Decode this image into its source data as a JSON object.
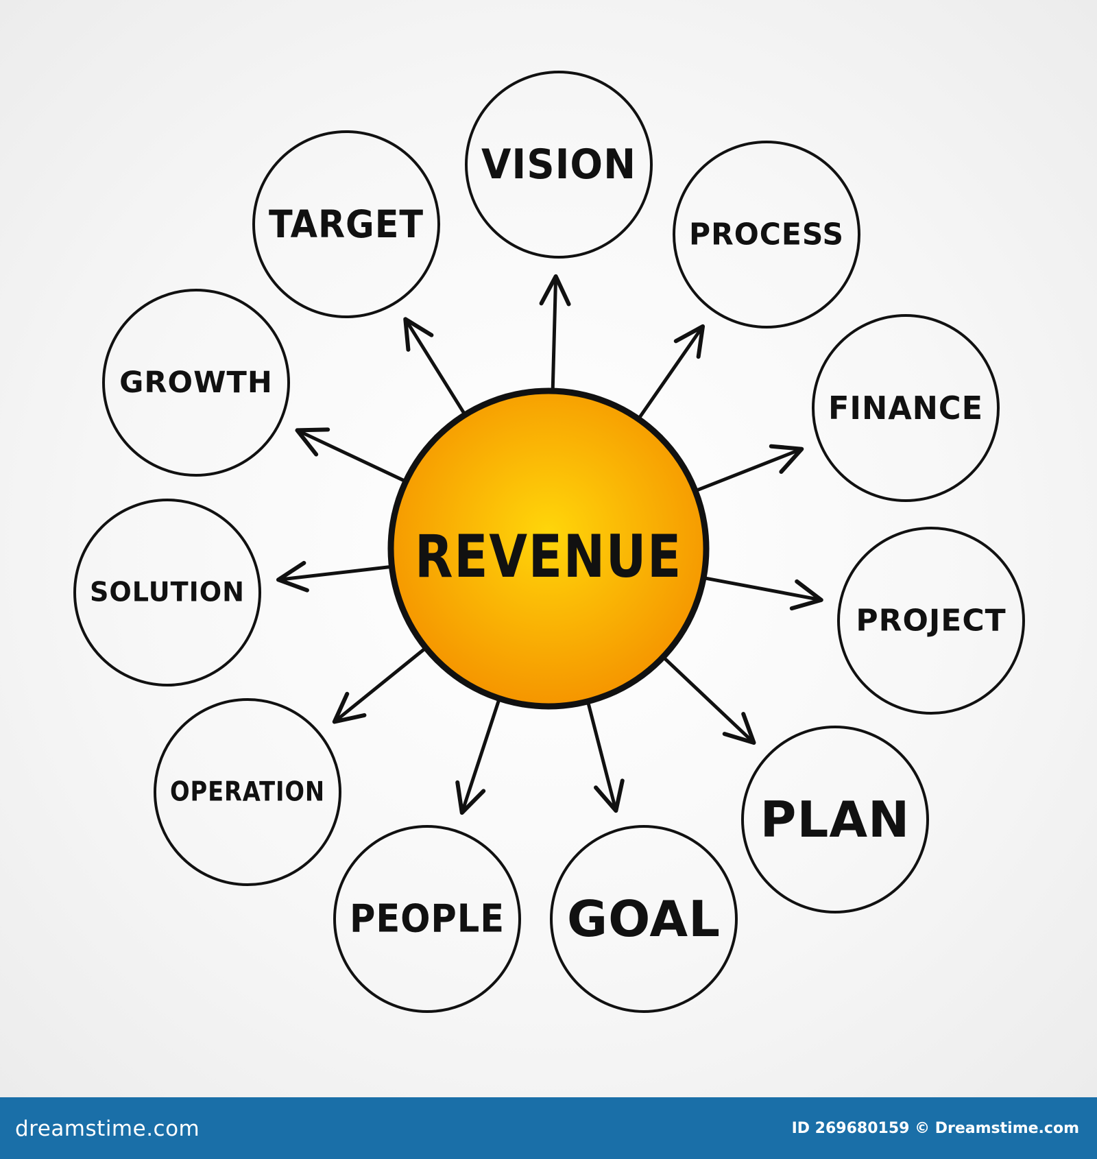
{
  "center": {
    "label": "REVENUE",
    "gradient_inner": "#ffd60a",
    "gradient_outer": "#f59500"
  },
  "nodes": [
    {
      "id": "vision",
      "label": "VISION"
    },
    {
      "id": "process",
      "label": "PROCESS"
    },
    {
      "id": "finance",
      "label": "FINANCE"
    },
    {
      "id": "project",
      "label": "PROJECT"
    },
    {
      "id": "plan",
      "label": "PLAN"
    },
    {
      "id": "goal",
      "label": "GOAL"
    },
    {
      "id": "people",
      "label": "PEOPLE"
    },
    {
      "id": "operation",
      "label": "OPERATION"
    },
    {
      "id": "solution",
      "label": "SOLUTION"
    },
    {
      "id": "growth",
      "label": "GROWTH"
    },
    {
      "id": "target",
      "label": "TARGET"
    }
  ],
  "footer": {
    "brand": "dreamstime.com",
    "id_text": "ID 269680159 © Dreamstime.com",
    "background": "#1a6fa8"
  },
  "colors": {
    "stroke": "#111111"
  }
}
